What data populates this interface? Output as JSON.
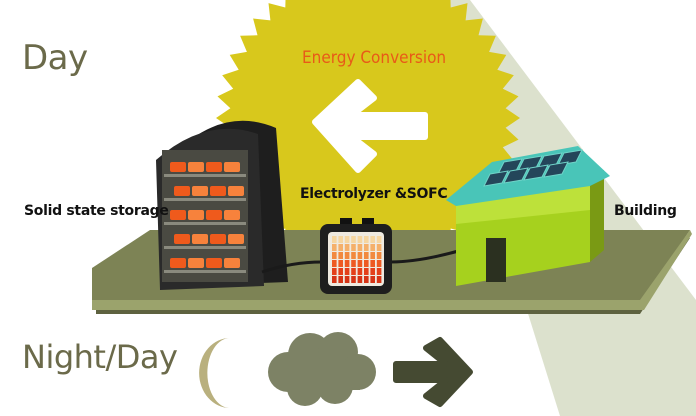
{
  "labels": {
    "day": "Day",
    "night_day": "Night/Day",
    "energy_conversion": "Energy Conversion",
    "solid_state_storage": "Solid state storage",
    "electrolyzer": "Electrolyzer &SOFC",
    "building": "Building"
  },
  "colors": {
    "sun": "#d8c81c",
    "beam": "#d6dcc4",
    "platform": "#7d8355",
    "platform_edge": "#9ba36c",
    "storage_shell": "#1e1e1e",
    "storage_rack": "#8a8a7e",
    "storage_heat": "#ef5a1c",
    "house_wall": "#a6d11e",
    "house_roof": "#49c5b8",
    "solar_panel": "#24465a",
    "energy_text": "#e85a18",
    "moon": "#b9b07e",
    "cloud": "#7d8265",
    "arrow_dark": "#454a32"
  },
  "icons": [
    "moon-icon",
    "cloud-icon",
    "arrow-right-icon",
    "arrow-left-icon",
    "sun-icon",
    "solar-panel-icon"
  ]
}
